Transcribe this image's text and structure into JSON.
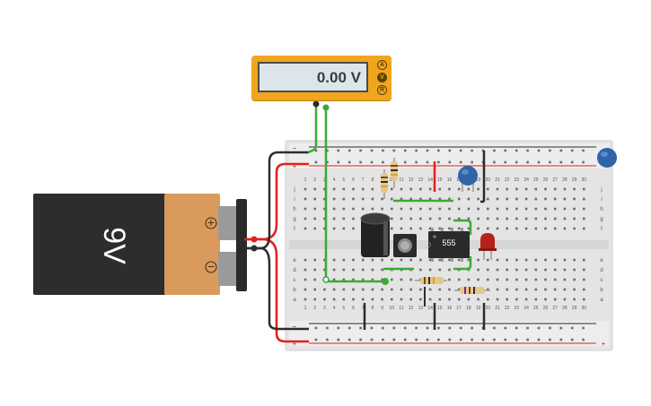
{
  "multimeter": {
    "reading": "0.00 V",
    "modes": [
      {
        "label": "A",
        "active": false
      },
      {
        "label": "V",
        "active": true
      },
      {
        "label": "R",
        "active": false
      }
    ]
  },
  "battery": {
    "label": "9V",
    "positive_symbol": "+",
    "negative_symbol": "−"
  },
  "ic": {
    "label": "555"
  },
  "breadboard": {
    "columns": [
      "1",
      "2",
      "3",
      "4",
      "5",
      "6",
      "7",
      "8",
      "9",
      "10",
      "11",
      "12",
      "13",
      "14",
      "15",
      "16",
      "17",
      "18",
      "19",
      "20",
      "21",
      "22",
      "23",
      "24",
      "25",
      "26",
      "27",
      "28",
      "29",
      "30"
    ],
    "rows_top": [
      "j",
      "i",
      "h",
      "g",
      "f"
    ],
    "rows_bottom": [
      "e",
      "d",
      "c",
      "b",
      "a"
    ],
    "rail_plus": "+",
    "rail_minus": "−"
  },
  "colors": {
    "meter_body": "#f0a51f",
    "battery_body": "#2d2d2d",
    "battery_cap": "#d99a5c",
    "wire_red": "#e0201c",
    "wire_black": "#2c2c2c",
    "wire_green": "#3aaa35",
    "breadboard": "#e3e3e3",
    "capacitor_blue": "#2e65a8",
    "led_red": "#b5221a"
  }
}
